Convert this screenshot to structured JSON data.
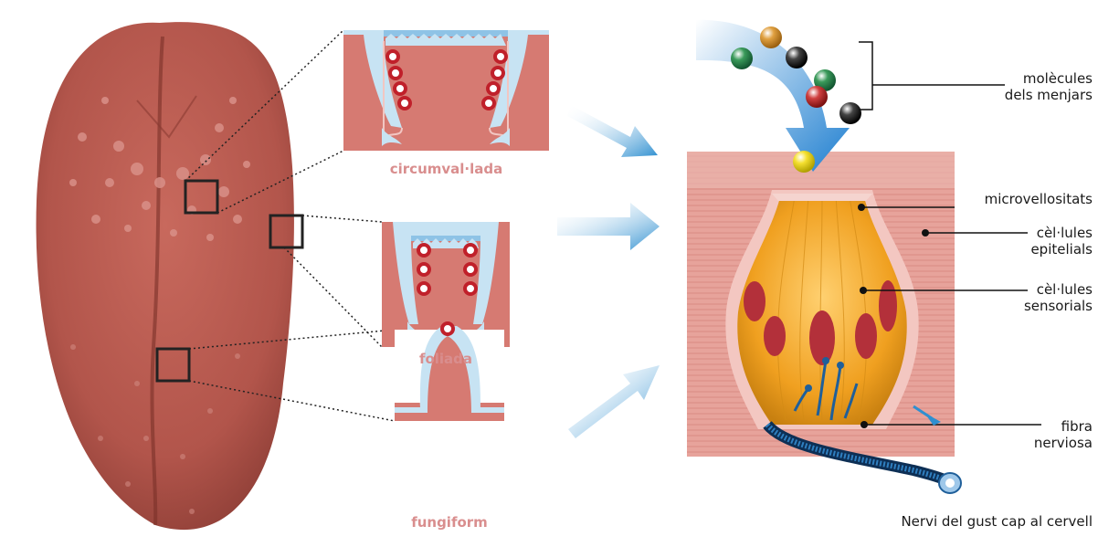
{
  "papillae": {
    "circumvallate": "circumval·lada",
    "foliate": "foliada",
    "fungiform": "fungiform"
  },
  "labels": {
    "food_molecules_line1": "molècules",
    "food_molecules_line2": "dels menjars",
    "microvilli": "microvellositats",
    "epithelial_line1": "cèl·lules",
    "epithelial_line2": "epitelials",
    "sensory_line1": "cèl·lules",
    "sensory_line2": "sensorials",
    "nerve_fiber_line1": "fibra",
    "nerve_fiber_line2": "nerviosa",
    "taste_nerve": "Nervi del gust cap al cervell"
  },
  "colors": {
    "tongue": "#b85a50",
    "tissue": "#d67a72",
    "mucosa": "#c7e3f3",
    "arrow_blue": "#2f8fd0",
    "receptor_ring": "#c0202a",
    "label_pink": "#d98e8e",
    "sensory_orange": "#f0a020",
    "nerve_blue": "#1f5f9a"
  },
  "molecules": [
    "orange",
    "green",
    "black",
    "green",
    "red",
    "black",
    "yellow"
  ]
}
